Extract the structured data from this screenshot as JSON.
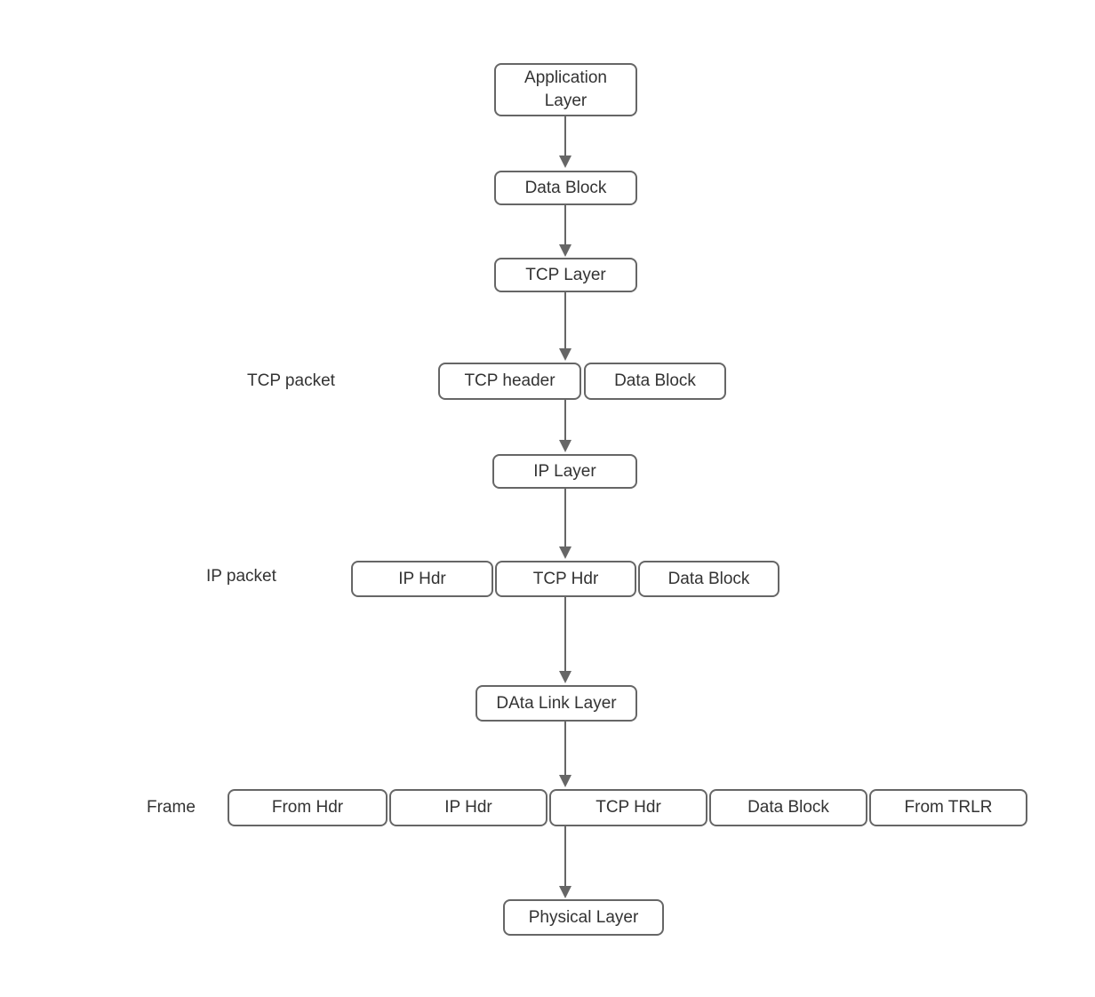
{
  "diagram": {
    "description": "TCP/IP data encapsulation flow diagram",
    "colors": {
      "background": "#ffffff",
      "box_fill": "#ffffff",
      "box_border": "#666666",
      "text": "#333333",
      "arrow": "#666666"
    },
    "nodes": [
      {
        "id": "application-layer",
        "label": "Application Layer"
      },
      {
        "id": "app-data-block",
        "label": "Data Block"
      },
      {
        "id": "tcp-layer",
        "label": "TCP Layer"
      },
      {
        "id": "tcp-header",
        "label": "TCP header"
      },
      {
        "id": "tcp-data-block",
        "label": "Data Block"
      },
      {
        "id": "ip-layer",
        "label": "IP Layer"
      },
      {
        "id": "ip-hdr",
        "label": "IP Hdr"
      },
      {
        "id": "ip-tcp-hdr",
        "label": "TCP Hdr"
      },
      {
        "id": "ip-data-block",
        "label": "Data Block"
      },
      {
        "id": "data-link-layer",
        "label": "DAta Link Layer"
      },
      {
        "id": "frame-from-hdr",
        "label": "From Hdr"
      },
      {
        "id": "frame-ip-hdr",
        "label": "IP Hdr"
      },
      {
        "id": "frame-tcp-hdr",
        "label": "TCP Hdr"
      },
      {
        "id": "frame-data-block",
        "label": "Data Block"
      },
      {
        "id": "frame-from-trlr",
        "label": "From TRLR"
      },
      {
        "id": "physical-layer",
        "label": "Physical Layer"
      }
    ],
    "row_labels": [
      {
        "id": "tcp-packet",
        "text": "TCP packet"
      },
      {
        "id": "ip-packet",
        "text": "IP packet"
      },
      {
        "id": "frame",
        "text": "Frame"
      }
    ]
  }
}
